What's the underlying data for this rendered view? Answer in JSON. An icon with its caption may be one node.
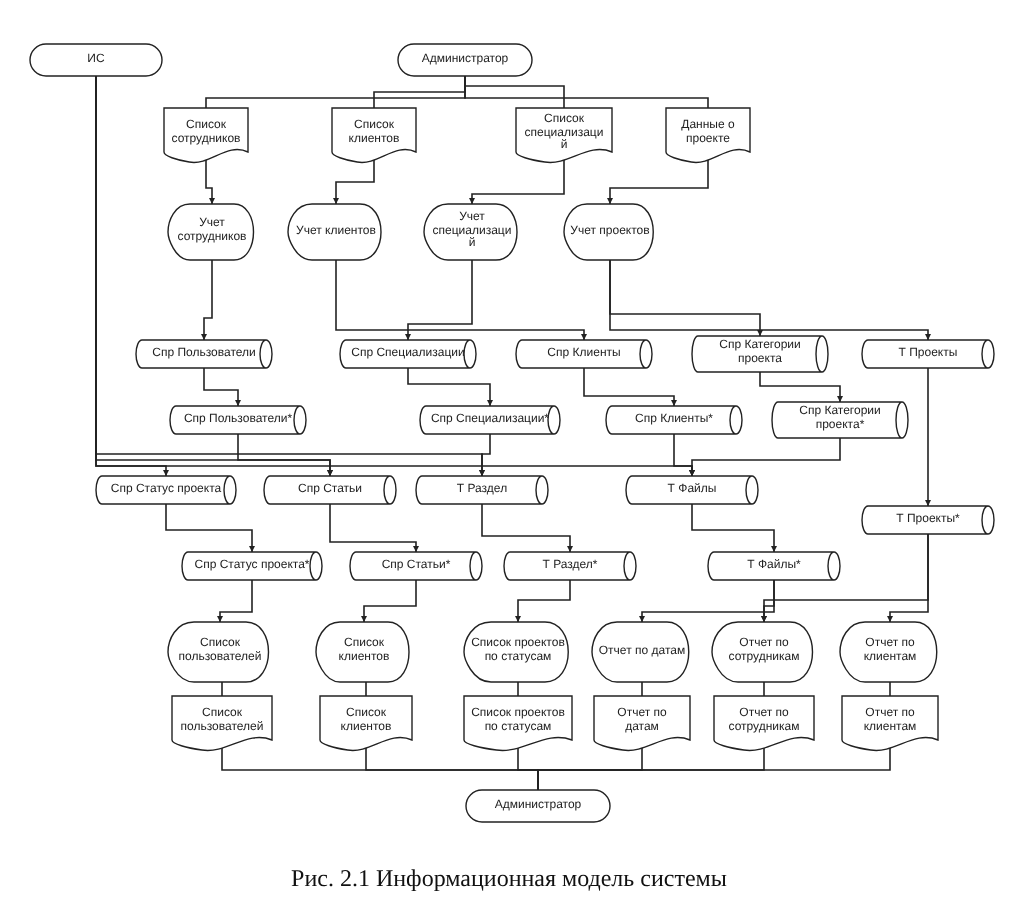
{
  "diagram": {
    "caption": "Рис. 2.1 Информационная модель системы",
    "nodes": [
      {
        "text": [
          "ИС"
        ]
      },
      {
        "text": [
          "Администратор"
        ]
      },
      {
        "text": [
          "Список сотрудников"
        ]
      },
      {
        "text": [
          "Список клиентов"
        ]
      },
      {
        "text": [
          "Список специализаций"
        ]
      },
      {
        "text": [
          "Данные о проекте"
        ]
      },
      {
        "text": [
          "Учет сотрудников"
        ]
      },
      {
        "text": [
          "Учет клиентов"
        ]
      },
      {
        "text": [
          "Учет специализаций"
        ]
      },
      {
        "text": [
          "Учет проектов"
        ]
      },
      {
        "text": [
          "Спр Пользователи"
        ]
      },
      {
        "text": [
          "Спр Специализации"
        ]
      },
      {
        "text": [
          "Спр Клиенты"
        ]
      },
      {
        "text": [
          "Спр Категории проекта"
        ]
      },
      {
        "text": [
          "Т Проекты"
        ]
      },
      {
        "text": [
          "Спр Пользователи*"
        ]
      },
      {
        "text": [
          "Спр Специализации*"
        ]
      },
      {
        "text": [
          "Спр Клиенты*"
        ]
      },
      {
        "text": [
          "Спр Категории проекта*"
        ]
      },
      {
        "text": [
          "Спр Статус проекта"
        ]
      },
      {
        "text": [
          "Спр Статьи"
        ]
      },
      {
        "text": [
          "Т Раздел"
        ]
      },
      {
        "text": [
          "Т Файлы"
        ]
      },
      {
        "text": [
          "Т Проекты*"
        ]
      },
      {
        "text": [
          "Спр Статус проекта*"
        ]
      },
      {
        "text": [
          "Спр Статьи*"
        ]
      },
      {
        "text": [
          "Т Раздел*"
        ]
      },
      {
        "text": [
          "Т Файлы*"
        ]
      },
      {
        "text": [
          "Список пользователей"
        ]
      },
      {
        "text": [
          "Список клиентов"
        ]
      },
      {
        "text": [
          "Список проектов по статусам"
        ]
      },
      {
        "text": [
          "Отчет по датам"
        ]
      },
      {
        "text": [
          "Отчет по сотрудникам"
        ]
      },
      {
        "text": [
          "Отчет по клиентам"
        ]
      },
      {
        "text": [
          "Список пользователей"
        ]
      },
      {
        "text": [
          "Список клиентов"
        ]
      },
      {
        "text": [
          "Список проектов по статусам"
        ]
      },
      {
        "text": [
          "Отчет по датам"
        ]
      },
      {
        "text": [
          "Отчет по сотрудникам"
        ]
      },
      {
        "text": [
          "Отчет по клиентам"
        ]
      },
      {
        "text": [
          "Администратор"
        ]
      }
    ],
    "edges": [
      {
        "from": 1,
        "to": 2,
        "arrow": "none"
      },
      {
        "from": 1,
        "to": 3,
        "arrow": "none"
      },
      {
        "from": 1,
        "to": 4,
        "arrow": "none"
      },
      {
        "from": 1,
        "to": 5,
        "arrow": "none"
      },
      {
        "from": 2,
        "to": 6,
        "arrow": "to"
      },
      {
        "from": 3,
        "to": 7,
        "arrow": "to"
      },
      {
        "from": 4,
        "to": 8,
        "arrow": "to"
      },
      {
        "from": 5,
        "to": 9,
        "arrow": "to"
      },
      {
        "from": 6,
        "to": 10,
        "arrow": "to"
      },
      {
        "from": 7,
        "to": 12,
        "arrow": "to"
      },
      {
        "from": 8,
        "to": 11,
        "arrow": "to"
      },
      {
        "from": 9,
        "to": 13,
        "arrow": "to"
      },
      {
        "from": 9,
        "to": 14,
        "arrow": "to"
      },
      {
        "from": 10,
        "to": 15,
        "arrow": "to"
      },
      {
        "from": 11,
        "to": 16,
        "arrow": "to"
      },
      {
        "from": 12,
        "to": 17,
        "arrow": "to"
      },
      {
        "from": 13,
        "to": 18,
        "arrow": "to"
      },
      {
        "from": 14,
        "to": 23,
        "arrow": "to"
      },
      {
        "from": 0,
        "to": 19,
        "arrow": "to"
      },
      {
        "from": 0,
        "to": 20,
        "arrow": "to"
      },
      {
        "from": 0,
        "to": 21,
        "arrow": "to"
      },
      {
        "from": 0,
        "to": 22,
        "arrow": "to"
      },
      {
        "from": 15,
        "to": 20,
        "arrow": "to"
      },
      {
        "from": 16,
        "to": 21,
        "arrow": "to"
      },
      {
        "from": 17,
        "to": 22,
        "arrow": "to"
      },
      {
        "from": 18,
        "to": 22,
        "arrow": "to"
      },
      {
        "from": 19,
        "to": 24,
        "arrow": "to"
      },
      {
        "from": 20,
        "to": 25,
        "arrow": "to"
      },
      {
        "from": 21,
        "to": 26,
        "arrow": "to"
      },
      {
        "from": 22,
        "to": 27,
        "arrow": "to"
      },
      {
        "from": 24,
        "to": 28,
        "arrow": "to"
      },
      {
        "from": 25,
        "to": 29,
        "arrow": "to"
      },
      {
        "from": 26,
        "to": 30,
        "arrow": "to"
      },
      {
        "from": 27,
        "to": 31,
        "arrow": "to"
      },
      {
        "from": 27,
        "to": 32,
        "arrow": "to"
      },
      {
        "from": 23,
        "to": 32,
        "arrow": "to"
      },
      {
        "from": 23,
        "to": 33,
        "arrow": "to"
      },
      {
        "from": 28,
        "to": 34,
        "arrow": "none"
      },
      {
        "from": 29,
        "to": 35,
        "arrow": "none"
      },
      {
        "from": 30,
        "to": 36,
        "arrow": "none"
      },
      {
        "from": 31,
        "to": 37,
        "arrow": "none"
      },
      {
        "from": 32,
        "to": 38,
        "arrow": "none"
      },
      {
        "from": 33,
        "to": 39,
        "arrow": "none"
      },
      {
        "from": 34,
        "to": 40,
        "arrow": "none"
      },
      {
        "from": 35,
        "to": 40,
        "arrow": "none"
      },
      {
        "from": 36,
        "to": 40,
        "arrow": "none"
      },
      {
        "from": 37,
        "to": 40,
        "arrow": "none"
      },
      {
        "from": 38,
        "to": 40,
        "arrow": "none"
      },
      {
        "from": 39,
        "to": 40,
        "arrow": "none"
      }
    ]
  }
}
